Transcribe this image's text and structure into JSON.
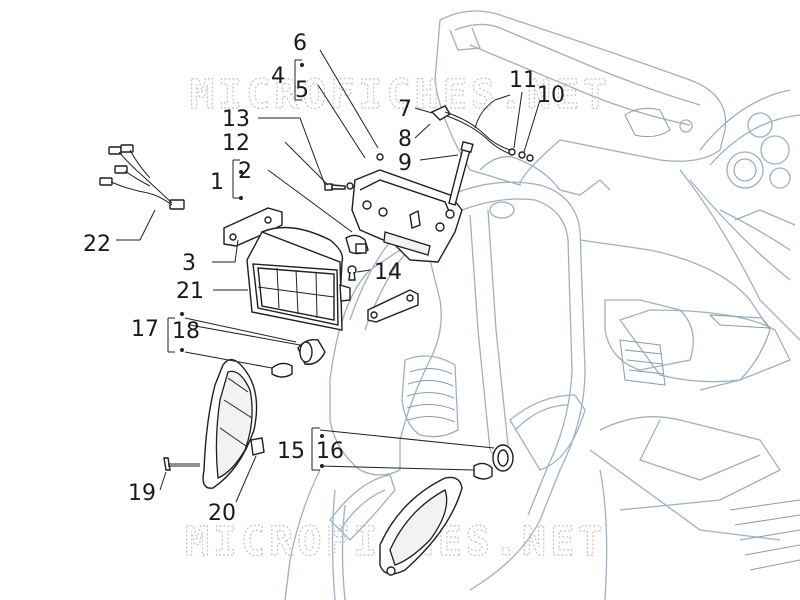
{
  "watermark": {
    "top": "MICROFICHES.NET",
    "bottom": "MICROFICHES.NET"
  },
  "callouts": {
    "c1": "1",
    "c2": "2",
    "c3": "3",
    "c4": "4",
    "c5": "5",
    "c6": "6",
    "c7": "7",
    "c8": "8",
    "c9": "9",
    "c10": "10",
    "c11": "11",
    "c12": "12",
    "c13": "13",
    "c14": "14",
    "c15": "15",
    "c16": "16",
    "c17": "17",
    "c18": "18",
    "c19": "19",
    "c20": "20",
    "c21": "21",
    "c22": "22"
  },
  "colors": {
    "body_outline": "#9fb0c3",
    "part_outline": "#1f1f1f",
    "watermark": "#c4c4c4"
  }
}
